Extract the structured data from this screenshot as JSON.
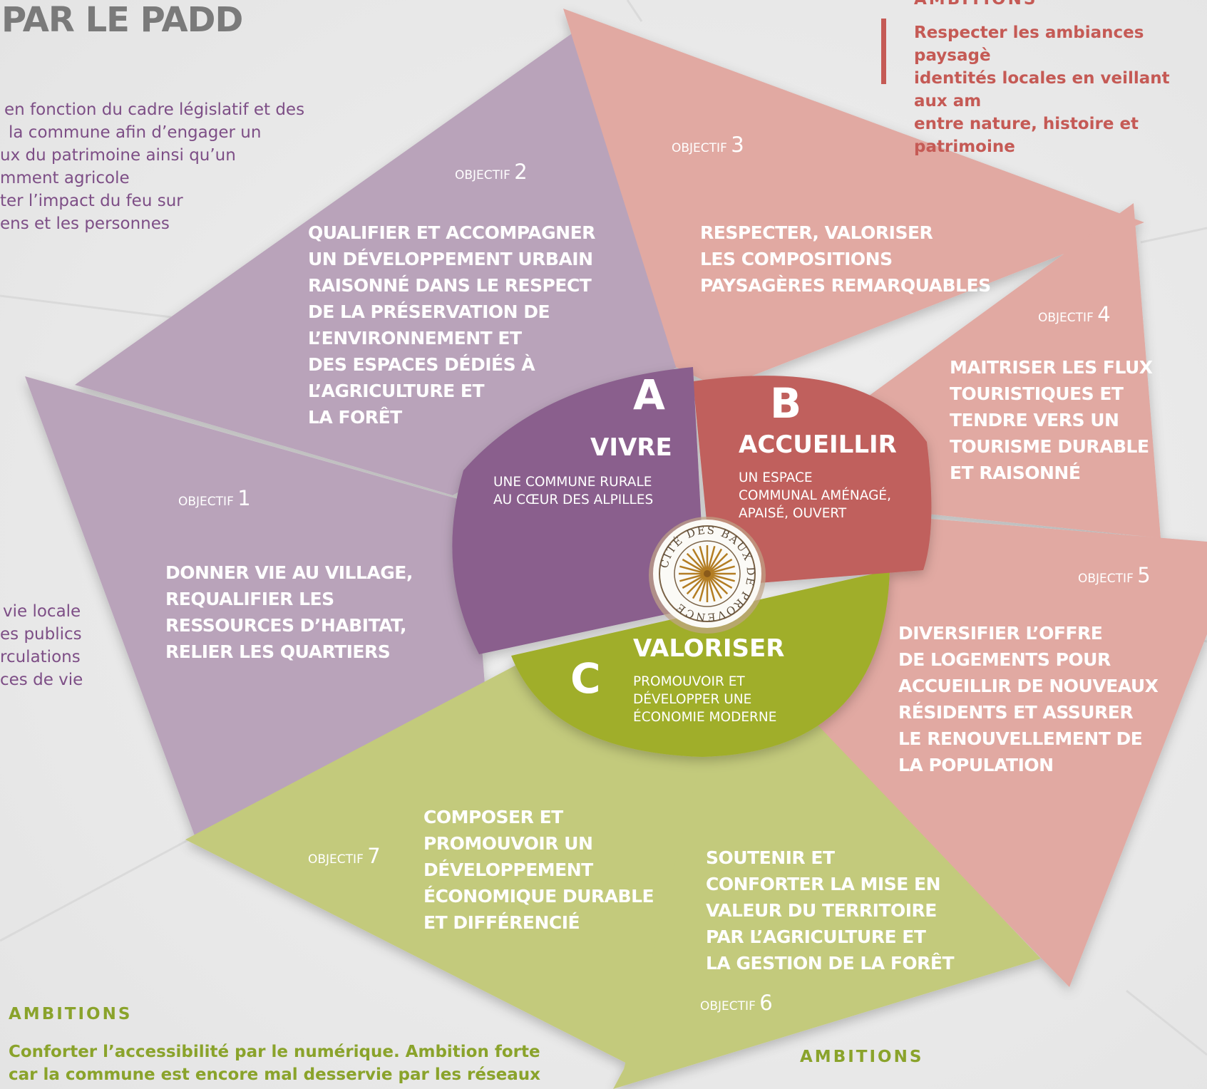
{
  "heading": "PAR LE PADD",
  "top_right": {
    "label": "AMBITIONS",
    "lines": [
      "Respecter les ambiances paysagè",
      "identités locales en veillant aux am",
      "entre nature, histoire et patrimoine"
    ]
  },
  "left_top_lines": [
    "en fonction du cadre législatif et des",
    "la commune afin d’engager un",
    "ux du patrimoine ainsi qu’un",
    "mment agricole",
    "ter l’impact du feu sur",
    "ens et les personnes"
  ],
  "left_mid_lines": [
    "vie locale",
    "es publics",
    "rculations",
    "ces de vie"
  ],
  "bottom_left": {
    "label": "AMBITIONS",
    "lines": [
      "Conforter l’accessibilité par le numérique. Ambition forte",
      "car la commune est encore mal desservie par les réseaux"
    ]
  },
  "bottom_right": {
    "label": "AMBITIONS"
  },
  "objective_word": "OBJECTIF",
  "objectives": [
    {
      "num": "1",
      "lines": [
        "DONNER VIE AU VILLAGE,",
        "REQUALIFIER LES",
        "RESSOURCES D’HABITAT,",
        "RELIER LES QUARTIERS"
      ]
    },
    {
      "num": "2",
      "lines": [
        "QUALIFIER ET ACCOMPAGNER",
        "UN DÉVELOPPEMENT URBAIN",
        "RAISONNÉ DANS LE RESPECT",
        "DE LA PRÉSERVATION DE",
        "L’ENVIRONNEMENT ET",
        "DES ESPACES DÉDIÉS À",
        "L’AGRICULTURE ET",
        "LA FORÊT"
      ]
    },
    {
      "num": "3",
      "lines": [
        "RESPECTER, VALORISER",
        "LES COMPOSITIONS",
        "PAYSAGÈRES REMARQUABLES"
      ]
    },
    {
      "num": "4",
      "lines": [
        "MAITRISER LES FLUX",
        "TOURISTIQUES ET",
        "TENDRE VERS UN",
        "TOURISME DURABLE",
        "ET RAISONNÉ"
      ]
    },
    {
      "num": "5",
      "lines": [
        "DIVERSIFIER L’OFFRE",
        "DE LOGEMENTS  POUR",
        "ACCUEILLIR DE NOUVEAUX",
        "RÉSIDENTS ET ASSURER",
        "LE RENOUVELLEMENT DE",
        "LA POPULATION"
      ]
    },
    {
      "num": "6",
      "lines": [
        "SOUTENIR ET",
        "CONFORTER LA MISE EN",
        "VALEUR DU TERRITOIRE",
        "PAR L’AGRICULTURE ET",
        "LA GESTION DE LA FORÊT"
      ]
    },
    {
      "num": "7",
      "lines": [
        "COMPOSER ET",
        "PROMOUVOIR UN",
        "DÉVELOPPEMENT",
        "ÉCONOMIQUE DURABLE",
        "ET DIFFÉRENCIÉ"
      ]
    }
  ],
  "axes": [
    {
      "letter": "A",
      "verb": "VIVRE",
      "lines": [
        "UNE COMMUNE RURALE",
        "AU CŒUR DES ALPILLES"
      ],
      "color": "#8a5f8d"
    },
    {
      "letter": "B",
      "verb": "ACCUEILLIR",
      "lines": [
        "UN ESPACE",
        "COMMUNAL AMÉNAGÉ,",
        "APAISÉ, OUVERT"
      ],
      "color": "#c0615d"
    },
    {
      "letter": "C",
      "verb": "VALORISER",
      "lines": [
        "PROMOUVOIR ET",
        "DÉVELOPPER UNE",
        "ÉCONOMIE MODERNE"
      ],
      "color": "#a0ae2a"
    }
  ],
  "seal_text": "CITÉ DES BAUX DE PROVENCE",
  "colors": {
    "purple_light": "#b9a3ba",
    "salmon_light": "#e1a9a2",
    "green_light": "#c3ca7b",
    "purple_text": "#7d4e86",
    "green_text": "#8aa32b",
    "red_text": "#c55a55"
  }
}
